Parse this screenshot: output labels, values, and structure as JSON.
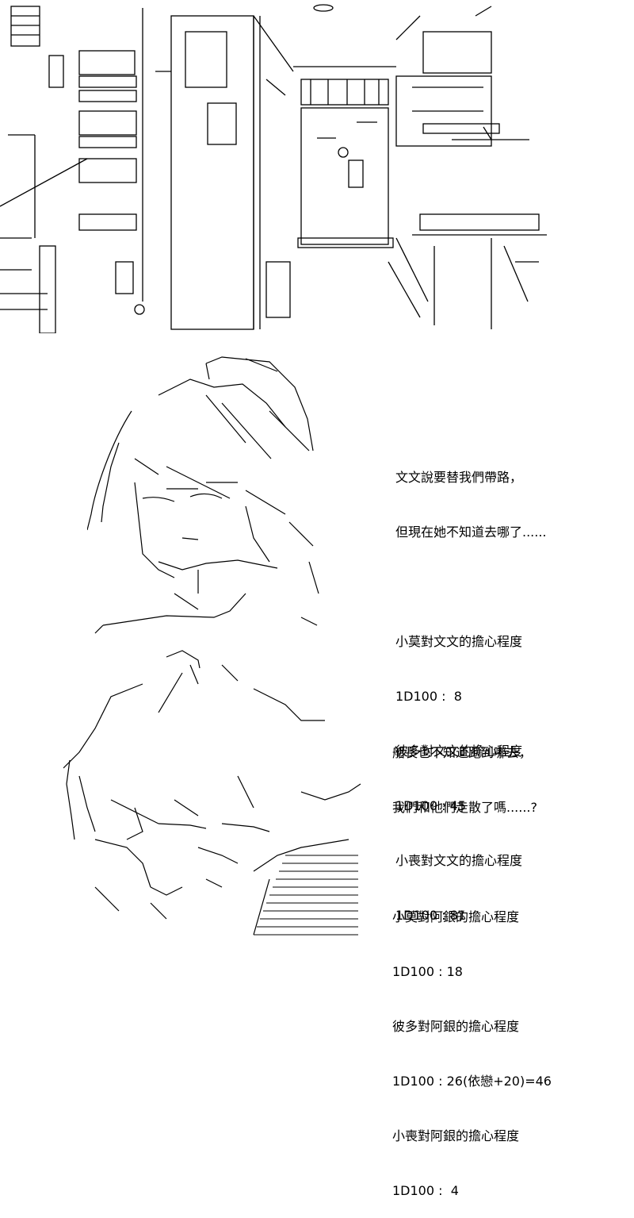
{
  "colors": {
    "background": "#ffffff",
    "ink": "#000000"
  },
  "block1": {
    "lines": [
      "文文說要替我們帶路，",
      "但現在她不知道去哪了......",
      "",
      "小莫對文文的擔心程度",
      "1D100 :  8",
      "彼多對文文的擔心程度",
      "1D100 : 45",
      "小喪對文文的擔心程度",
      "1D100 : 81"
    ]
  },
  "block2": {
    "lines": [
      "船長也不知道跑到哪去，",
      "我們和他們走散了嗎......?",
      "",
      "小莫對阿銀的擔心程度",
      "1D100 : 18",
      "彼多對阿銀的擔心程度",
      "1D100 : 26(依戀+20)=46",
      "小喪對阿銀的擔心程度",
      "1D100 :  4"
    ]
  }
}
